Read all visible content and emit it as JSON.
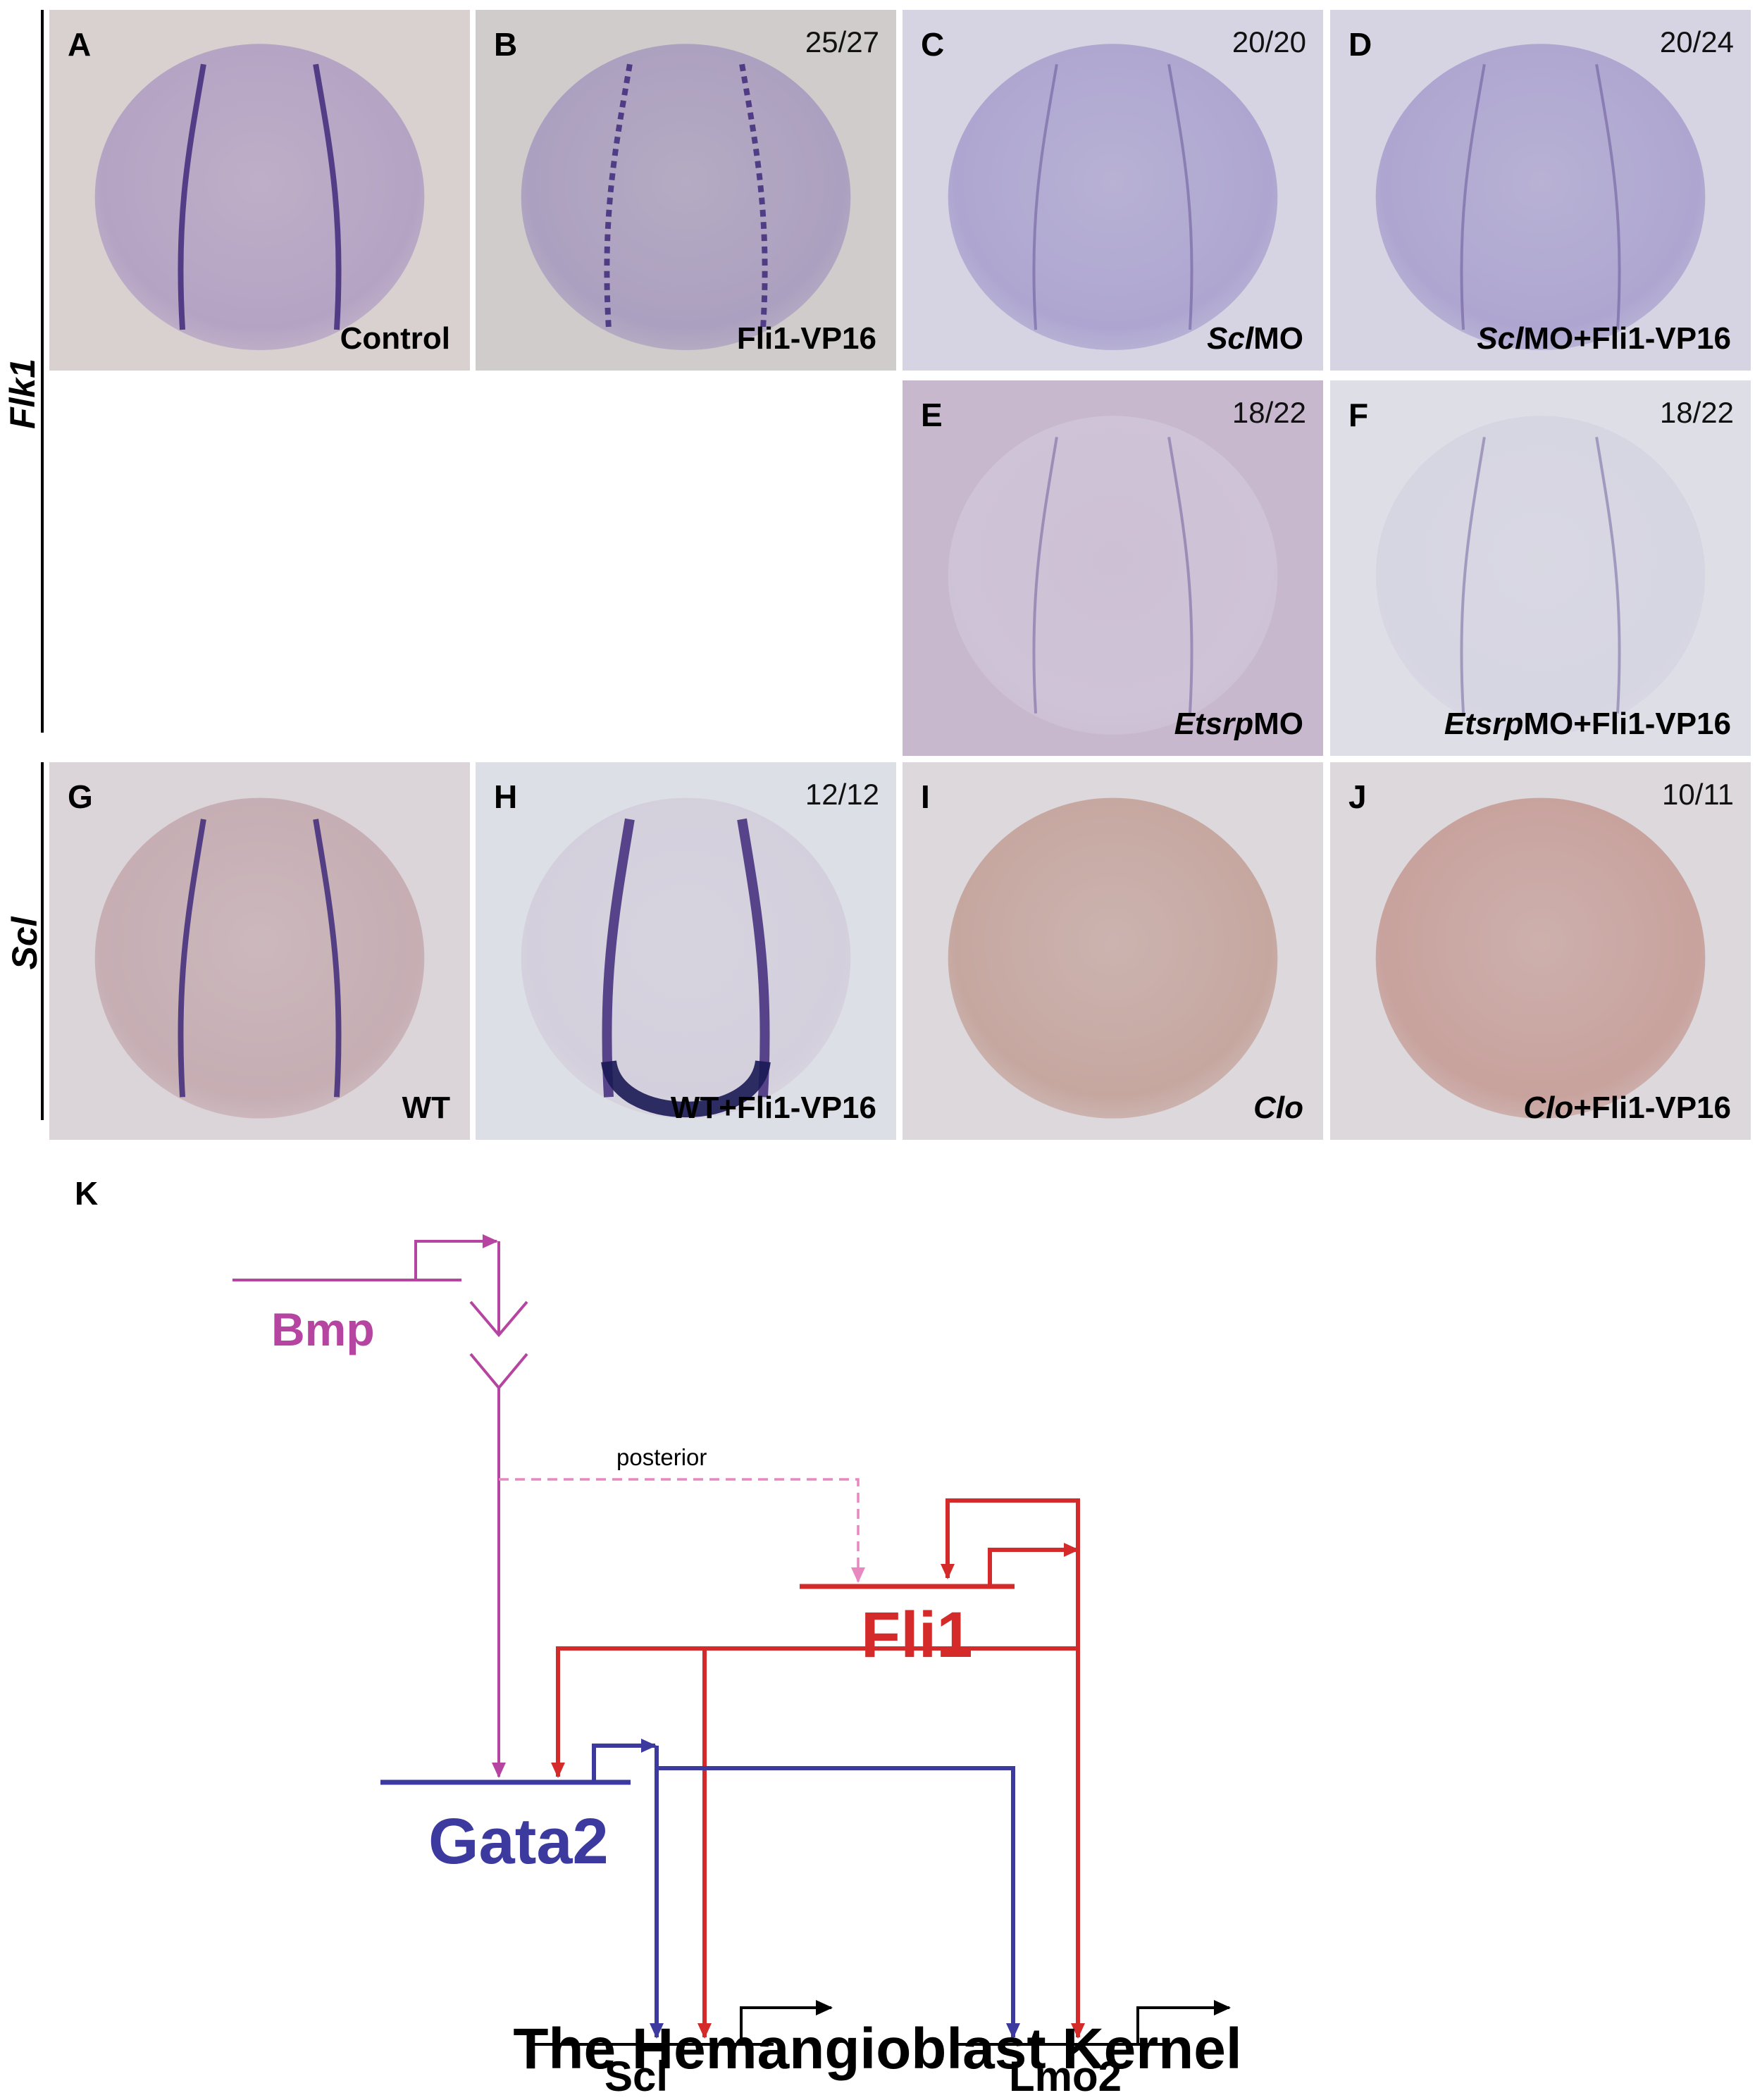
{
  "figure": {
    "row_labels": {
      "flk1": "Flk1",
      "scl": "Scl"
    },
    "panels": [
      {
        "id": "A",
        "ratio": "",
        "cond_italic": "",
        "cond_rest": "Control",
        "bg": "#d9d1d0",
        "embryo": "#b5a3c4",
        "stain": "line"
      },
      {
        "id": "B",
        "ratio": "25/27",
        "cond_italic": "",
        "cond_rest": "Fli1-VP16",
        "bg": "#d0cccb",
        "embryo": "#aca0c0",
        "stain": "dots"
      },
      {
        "id": "C",
        "ratio": "20/20",
        "cond_italic": "Scl",
        "cond_rest": "MO",
        "bg": "#d6d4e2",
        "embryo": "#aea6d0",
        "stain": "faint"
      },
      {
        "id": "D",
        "ratio": "20/24",
        "cond_italic": "Scl",
        "cond_rest": "MO+Fli1-VP16",
        "bg": "#d6d4e2",
        "embryo": "#aea6d0",
        "stain": "faint"
      },
      {
        "id": "E",
        "ratio": "18/22",
        "cond_italic": "Etsrp",
        "cond_rest": "MO",
        "bg": "#c7b8ce",
        "embryo": "#cfc3d7",
        "stain": "faint"
      },
      {
        "id": "F",
        "ratio": "18/22",
        "cond_italic": "Etsrp",
        "cond_rest": "MO+Fli1-VP16",
        "bg": "#dedfe6",
        "embryo": "#d6d5e2",
        "stain": "faint"
      },
      {
        "id": "G",
        "ratio": "",
        "cond_italic": "",
        "cond_rest": "WT",
        "bg": "#dbd5d9",
        "embryo": "#c6aeb3",
        "stain": "line"
      },
      {
        "id": "H",
        "ratio": "12/12",
        "cond_italic": "",
        "cond_rest": "WT+Fli1-VP16",
        "bg": "#dddfe6",
        "embryo": "#d4cfdc",
        "stain": "strong"
      },
      {
        "id": "I",
        "ratio": "",
        "cond_italic": "Clo",
        "cond_rest": "",
        "bg": "#dcd8dc",
        "embryo": "#c6a7a0",
        "stain": "none"
      },
      {
        "id": "J",
        "ratio": "10/11",
        "cond_italic": "Clo",
        "cond_rest": "+Fli1-VP16",
        "bg": "#dcd8dc",
        "embryo": "#c8a29d",
        "stain": "none"
      }
    ]
  },
  "diagram": {
    "panel_label": "K",
    "nodes": {
      "bmp": "Bmp",
      "fli1": "Fli1",
      "gata2": "Gata2",
      "scl": "Scl",
      "lmo2": "Lmo2"
    },
    "edge_labels": {
      "posterior": "posterior"
    },
    "title": "The Hemangioblast Kernel",
    "colors": {
      "bmp": "#b545a0",
      "posterior": "#e888c0",
      "fli1": "#d42a2a",
      "gata2": "#3c3a9e",
      "target": "#000000"
    }
  }
}
